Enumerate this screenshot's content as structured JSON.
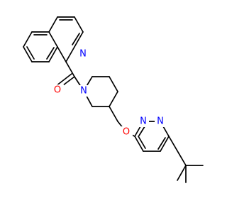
{
  "atoms": [
    {
      "id": "n_isoq",
      "symbol": "N",
      "color": "#0000ff"
    },
    {
      "id": "o_carbonyl",
      "symbol": "O",
      "color": "#ff0000"
    },
    {
      "id": "n_piperidine",
      "symbol": "N",
      "color": "#0000ff"
    },
    {
      "id": "o_ether",
      "symbol": "O",
      "color": "#ff0000"
    },
    {
      "id": "n_pyridazine_1",
      "symbol": "N",
      "color": "#0000ff"
    },
    {
      "id": "n_pyridazine_2",
      "symbol": "N",
      "color": "#0000ff"
    }
  ]
}
